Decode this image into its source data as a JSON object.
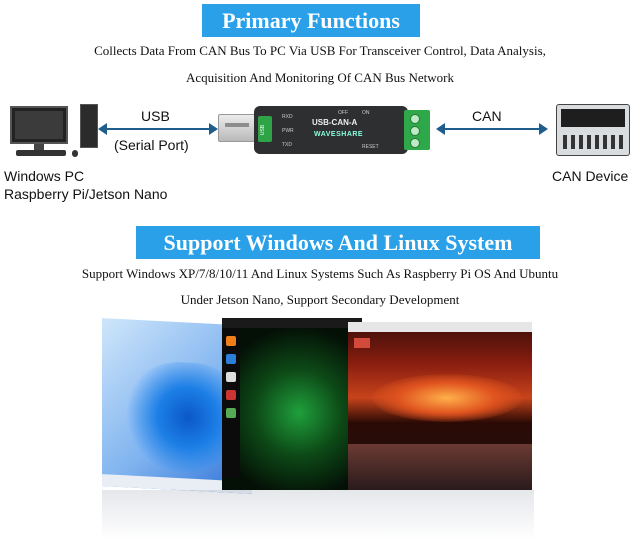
{
  "section1": {
    "title": "Primary Functions",
    "desc_line1": "Collects Data From CAN Bus To PC Via USB For Transceiver Control, Data Analysis,",
    "desc_line2": "Acquisition And Monitoring Of CAN Bus Network"
  },
  "diagram": {
    "usb_label": "USB",
    "serial_label": "(Serial Port)",
    "can_label": "CAN",
    "pc_label_1": "Windows PC",
    "pc_label_2": "Raspberry Pi/Jetson Nano",
    "can_device_label": "CAN Device",
    "device": {
      "model": "USB-CAN-A",
      "brand": "WAVESHARE",
      "usb_tag": "USB",
      "rxd": "RXD",
      "pwr": "PWR",
      "txd": "TXD",
      "off": "OFF",
      "on": "ON",
      "reset": "RESET"
    }
  },
  "section2": {
    "title": "Support Windows And Linux System",
    "desc_line1": "Support Windows XP/7/8/10/11 And Linux Systems Such As Raspberry Pi OS And Ubuntu",
    "desc_line2": "Under Jetson Nano, Support Secondary Development"
  },
  "colors": {
    "banner": "#2aa0e8",
    "arrow": "#1f5d8c",
    "device_body": "#2d2f31",
    "terminal_green": "#2fa84a"
  }
}
